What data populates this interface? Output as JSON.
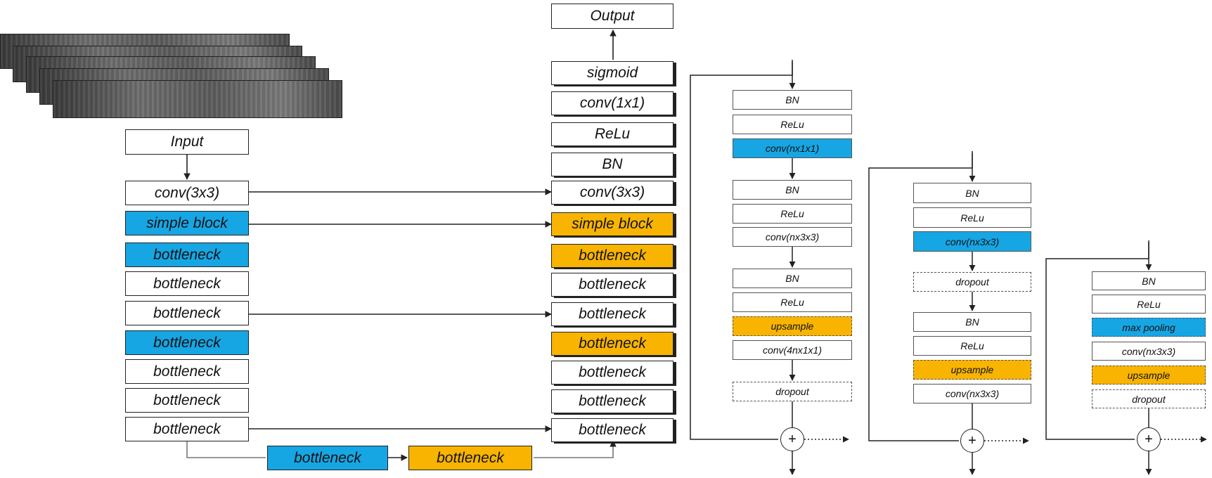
{
  "encoder": {
    "input": "Input",
    "conv": "conv(3x3)",
    "simple_block": "simple block",
    "bottleneck_1": "bottleneck",
    "bottleneck_2": "bottleneck",
    "bottleneck_3": "bottleneck",
    "bottleneck_4": "bottleneck",
    "bottleneck_5": "bottleneck",
    "bottleneck_6": "bottleneck",
    "bottleneck_7": "bottleneck"
  },
  "bridge": {
    "bottleneck_down": "bottleneck",
    "bottleneck_up": "bottleneck"
  },
  "decoder": {
    "output": "Output",
    "sigmoid": "sigmoid",
    "conv_1x1": "conv(1x1)",
    "relu": "ReLu",
    "bn": "BN",
    "conv": "conv(3x3)",
    "simple_block": "simple block",
    "bottleneck_1": "bottleneck",
    "bottleneck_2": "bottleneck",
    "bottleneck_3": "bottleneck",
    "bottleneck_4": "bottleneck",
    "bottleneck_5": "bottleneck",
    "bottleneck_6": "bottleneck",
    "bottleneck_7": "bottleneck"
  },
  "block_a": {
    "bn_1": "BN",
    "relu_1": "ReLu",
    "conv_1": "conv(nx1x1)",
    "bn_2": "BN",
    "relu_2": "ReLu",
    "conv_2": "conv(nx3x3)",
    "bn_3": "BN",
    "relu_3": "ReLu",
    "upsample": "upsample",
    "conv_3": "conv(4nx1x1)",
    "dropout": "dropout",
    "sum": "+"
  },
  "block_b": {
    "bn_1": "BN",
    "relu_1": "ReLu",
    "conv_1": "conv(nx3x3)",
    "dropout": "dropout",
    "bn_2": "BN",
    "relu_2": "ReLu",
    "upsample": "upsample",
    "conv_2": "conv(nx3x3)",
    "sum": "+"
  },
  "block_c": {
    "bn": "BN",
    "relu": "ReLu",
    "max_pooling": "max pooling",
    "conv": "conv(nx3x3)",
    "upsample": "upsample",
    "dropout": "dropout",
    "sum": "+"
  },
  "colors": {
    "encoder_block": "#16a6e4",
    "decoder_block": "#f8b400",
    "line": "#222222"
  }
}
